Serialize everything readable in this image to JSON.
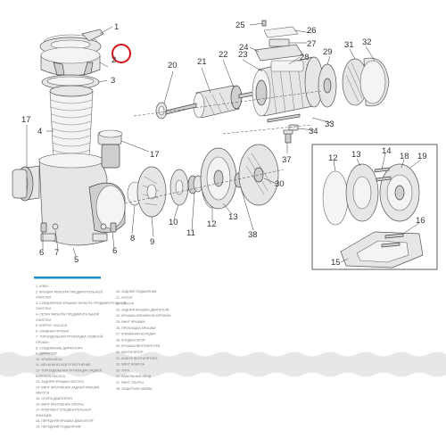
{
  "callouts": [
    {
      "id": "1",
      "text": "1"
    },
    {
      "id": "2",
      "text": "2"
    },
    {
      "id": "3",
      "text": "3"
    },
    {
      "id": "4",
      "text": "4"
    },
    {
      "id": "5",
      "text": "5"
    },
    {
      "id": "6a",
      "text": "6"
    },
    {
      "id": "6b",
      "text": "6"
    },
    {
      "id": "7",
      "text": "7"
    },
    {
      "id": "8",
      "text": "8"
    },
    {
      "id": "9",
      "text": "9"
    },
    {
      "id": "10",
      "text": "10"
    },
    {
      "id": "11",
      "text": "11"
    },
    {
      "id": "12a",
      "text": "12"
    },
    {
      "id": "12b",
      "text": "12"
    },
    {
      "id": "13a",
      "text": "13"
    },
    {
      "id": "13b",
      "text": "13"
    },
    {
      "id": "14",
      "text": "14"
    },
    {
      "id": "15",
      "text": "15"
    },
    {
      "id": "16",
      "text": "16"
    },
    {
      "id": "17a",
      "text": "17"
    },
    {
      "id": "17b",
      "text": "17"
    },
    {
      "id": "18",
      "text": "18"
    },
    {
      "id": "19",
      "text": "19"
    },
    {
      "id": "20",
      "text": "20"
    },
    {
      "id": "21",
      "text": "21"
    },
    {
      "id": "22",
      "text": "22"
    },
    {
      "id": "23",
      "text": "23"
    },
    {
      "id": "24",
      "text": "24"
    },
    {
      "id": "25",
      "text": "25"
    },
    {
      "id": "26",
      "text": "26"
    },
    {
      "id": "27",
      "text": "27"
    },
    {
      "id": "28",
      "text": "28"
    },
    {
      "id": "29",
      "text": "29"
    },
    {
      "id": "30",
      "text": "30"
    },
    {
      "id": "31",
      "text": "31"
    },
    {
      "id": "32",
      "text": "32"
    },
    {
      "id": "33",
      "text": "33"
    },
    {
      "id": "34",
      "text": "34"
    },
    {
      "id": "37",
      "text": "37"
    },
    {
      "id": "38",
      "text": "38"
    }
  ],
  "highlight": {
    "text": "2",
    "color": "#d0141a"
  },
  "accent_color": "#1a8fc9",
  "legend_left": [
    "1- КЛЮЧ",
    "2- КРЫШКА ФИЛЬТРА ПРЕДВАРИТЕЛЬНОЙ",
    "ОЧИСТКИ",
    "3- СОЕДИНЕНИЕ КРЫШКИ ФИЛЬТРА ПРЕДВАРИТЕЛЬНОЙ",
    "ОЧИСТКИ",
    "4- СЕТКА ФИЛЬТРА ПРЕДВАРИТЕЛЬНОЙ",
    "ОЧИСТКИ",
    "5- КОРПУС НАСОСА",
    "6- СЛИВНАЯ ПРОБКА",
    "7- ТОРОИДАЛЬНАЯ ПРОКЛАДКА СЛИВНОЙ",
    "ПРОБКИ",
    "8- СОЕДИНЕНИЕ ДИФФУЗОРА",
    "9- ДИФФУЗОР",
    "10- КРЫЛЬЧАТКА",
    "11- МЕХАНИЧЕСКОЕ УПЛОТНЕНИЕ",
    "12- ТОРОИДАЛЬНАЯ ПРОКЛАДКА ЗАДНЕЙ",
    "КОРПУСА НАСОСА",
    "13- ЗАДНЯЯ КРЫШКА НАСОСА",
    "14- ВИНТ КРЕПЛЕНИЯ ЗАДНЕЙ КРЫШКИ",
    "НАСОСА",
    "15- ОПОРА ДВИГАТЕЛЯ",
    "16- ВИНТ КРЕПЛЕНИЯ ОПОРЫ",
    "17- КОМПЛЕКТ СОЕДИНИТЕЛЬНЫХ",
    "ФЛАНЦЕВ",
    "18- ПЕРЕДНЯЯ КРЫШКА ДВИГАТЕЛЯ",
    "19- ПЕРЕДНИЙ ПОДШИПНИК"
  ],
  "legend_right": [
    "20- ЗАДНИЙ ПОДШИПНИК",
    "21- РОТОР",
    "22- СТАТОР",
    "23- ЗАДНЯЯ КРЫШКА ДВИГАТЕЛЯ",
    "24- КРЫШКА КЛЕММНОЙ КОРОБКИ",
    "25- ВИНТ КРЫШКИ",
    "26- ПРОКЛАДКА КРЫШКИ",
    "27- КЛЕММНАЯ КОЛОДКА",
    "28- КОНДЕНСАТОР",
    "29- КРЫШКА ВЕНТИЛЯТОРА",
    "30- ВЕНТИЛЯТОР",
    "31- КОЖУХ ВЕНТИЛЯТОРА",
    "32- ВИНТ КОЖУХА",
    "33- ТЯГА",
    "34- КАБЕЛЬНЫЙ ВВОД",
    "37- ВИНТ ОПОРЫ",
    "38- ЗАЩИТНАЯ ШАЙБА"
  ]
}
